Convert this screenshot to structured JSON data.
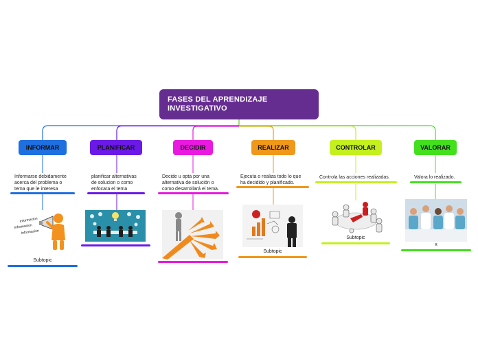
{
  "root": {
    "title": "FASES DEL APRENDIZAJE\nINVESTIGATIVO",
    "color": "#662d91"
  },
  "phases": [
    {
      "label": "INFORMAR",
      "color": "#1e6fe0",
      "description": "Informarse debidamente\nacerca del problema o\ntema que le interesa",
      "caption": "Subtopic",
      "image_text": [
        "Informacion",
        "Informacion",
        "Informacion"
      ]
    },
    {
      "label": "PLANIFICAR",
      "color": "#6a19e6",
      "description": "planificar alternativas\nde solucion o como\nenfocara el tema",
      "caption": ""
    },
    {
      "label": "DECIDIR",
      "color": "#e919e0",
      "description": "Decide u opta por una\nalternativa de solución o\ncomo desarrollará el tema.",
      "caption": ""
    },
    {
      "label": "REALIZAR",
      "color": "#f0981a",
      "description": "Ejecuta o realiza todo lo que\nha decidido y planificado.",
      "caption": "Subtopic"
    },
    {
      "label": "CONTROLAR",
      "color": "#c4f01e",
      "description": "Controla las acciones realizadas.",
      "caption": "Subtopic"
    },
    {
      "label": "VALORAR",
      "color": "#44e01e",
      "description": "Valora lo realizado.",
      "caption": "x"
    }
  ]
}
